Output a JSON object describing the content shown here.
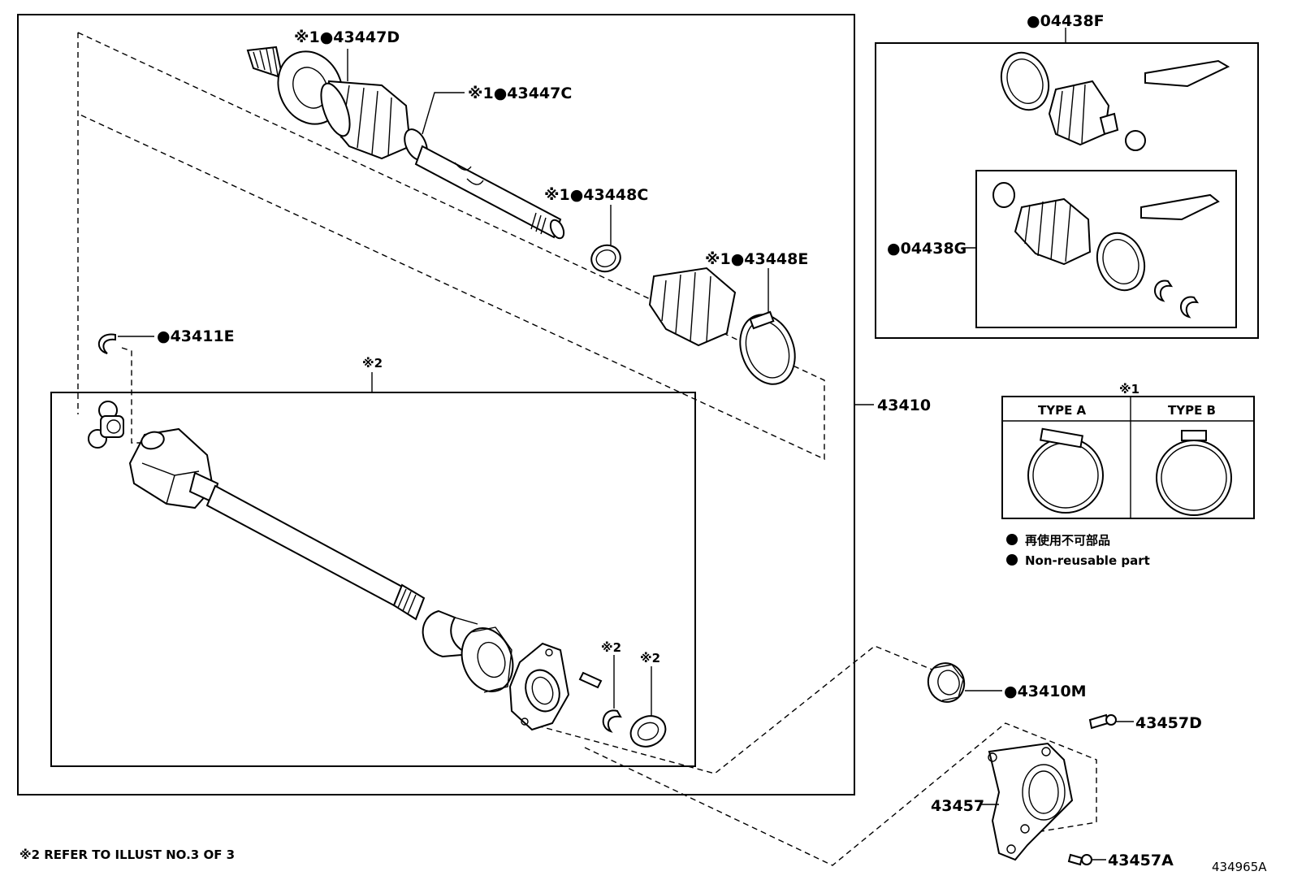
{
  "labels": {
    "p43447D": "※1●43447D",
    "p43447C": "※1●43447C",
    "p43448C": "※1●43448C",
    "p43448E": "※1●43448E",
    "p43411E": "●43411E",
    "note2": "※2",
    "p43410": "43410",
    "p04438F": "●04438F",
    "p04438G": "●04438G",
    "note1": "※1",
    "typeA": "TYPE A",
    "typeB": "TYPE B",
    "legend_jp": "再使用不可部品",
    "legend_en": "Non-reusable part",
    "note2a": "※2",
    "note2b": "※2",
    "p43410M": "●43410M",
    "p43457D": "43457D",
    "p43457": "43457",
    "p43457A": "43457A",
    "footnote": "※2 REFER TO ILLUST NO.3 OF 3",
    "illust_no": "434965A"
  }
}
